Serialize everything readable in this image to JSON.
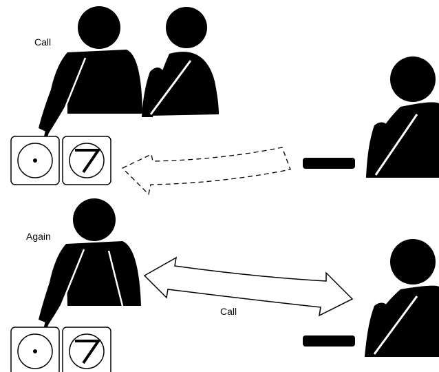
{
  "labels": {
    "top_call": "Call",
    "bottom_again": "Again",
    "bottom_call": "Call"
  },
  "colors": {
    "ink": "#000000",
    "paper": "#ffffff"
  },
  "icons": {
    "dot_button": "circle-dot-icon",
    "seven_button": "seven-icon",
    "handset": "phone-handset-icon"
  }
}
